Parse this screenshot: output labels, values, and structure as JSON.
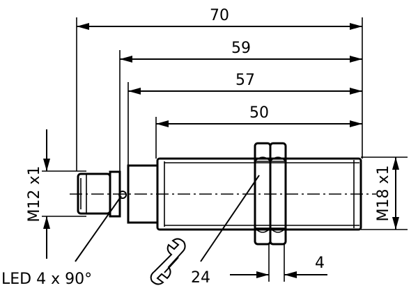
{
  "drawing": {
    "dimensions": {
      "overall_length": "70",
      "length_59": "59",
      "length_57": "57",
      "thread_length": "50",
      "nut_thickness": "4"
    },
    "thread_left": "M12 x1",
    "thread_right": "M18 x1",
    "led_note": "LED 4 x 90°",
    "wrench_size": "24"
  }
}
